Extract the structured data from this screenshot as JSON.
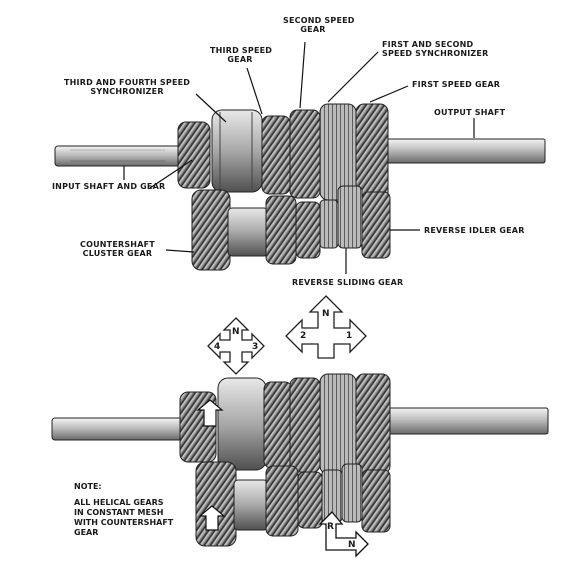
{
  "labels": {
    "second_speed_gear": [
      "SECOND SPEED",
      "GEAR"
    ],
    "third_speed_gear": [
      "THIRD SPEED",
      "GEAR"
    ],
    "first_second_sync": [
      "FIRST AND SECOND",
      "SPEED SYNCHRONIZER"
    ],
    "third_fourth_sync": [
      "THIRD AND FOURTH SPEED",
      "SYNCHRONIZER"
    ],
    "first_speed_gear": "FIRST SPEED GEAR",
    "output_shaft": "OUTPUT SHAFT",
    "input_shaft": "INPUT SHAFT AND GEAR",
    "countershaft": [
      "COUNTERSHAFT",
      "CLUSTER GEAR"
    ],
    "reverse_idler": "REVERSE IDLER GEAR",
    "reverse_sliding": "REVERSE SLIDING GEAR"
  },
  "shift_pattern_left": {
    "top": "N",
    "left": "4",
    "right": "3"
  },
  "shift_pattern_right": {
    "top": "N",
    "left": "2",
    "right": "1"
  },
  "reverse_indicator": {
    "upper": "R",
    "lower": "N"
  },
  "note": {
    "title": "NOTE:",
    "lines": [
      "ALL HELICAL GEARS",
      "IN CONSTANT MESH",
      "WITH COUNTERSHAFT",
      "GEAR"
    ]
  }
}
